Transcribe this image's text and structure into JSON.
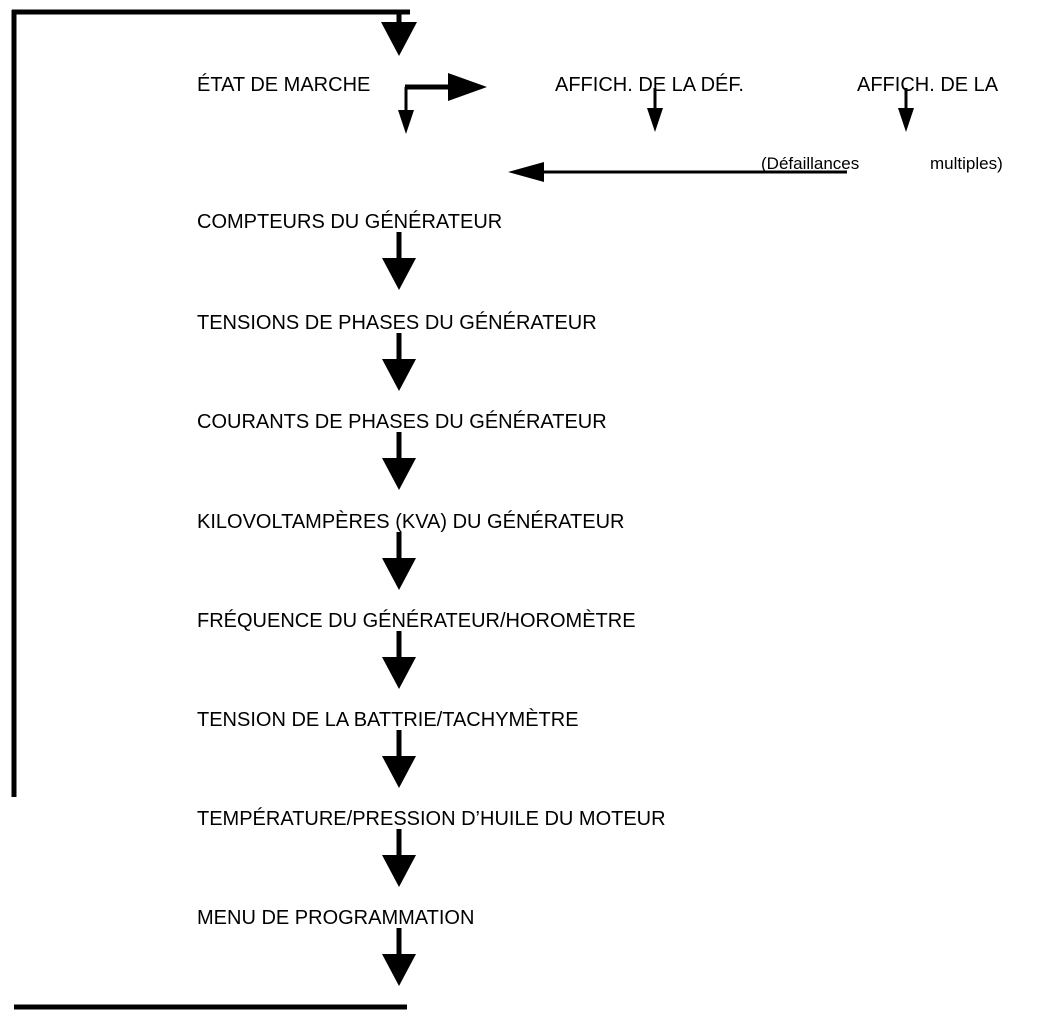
{
  "colors": {
    "ink": "#000000",
    "background": "#ffffff"
  },
  "top_row": {
    "state": "ÉTAT DE MARCHE",
    "fault_display": "AFFICH. DE LA DÉF.",
    "display_cut": "AFFICH. DE LA"
  },
  "note": {
    "part1": "(Défaillances",
    "part2": "multiples)"
  },
  "menu_items": [
    "COMPTEURS DU GÉNÉRATEUR",
    "TENSIONS DE PHASES DU GÉNÉRATEUR",
    "COURANTS DE PHASES DU GÉNÉRATEUR",
    "KILOVOLTAMPÈRES (KVA) DU GÉNÉRATEUR",
    "FRÉQUENCE DU GÉNÉRATEUR/HOROMÈTRE",
    "TENSION DE LA BATTRIE/TACHYMÈTRE",
    "TEMPÉRATURE/PRESSION D’HUILE DU MOTEUR",
    "MENU DE PROGRAMMATION"
  ]
}
